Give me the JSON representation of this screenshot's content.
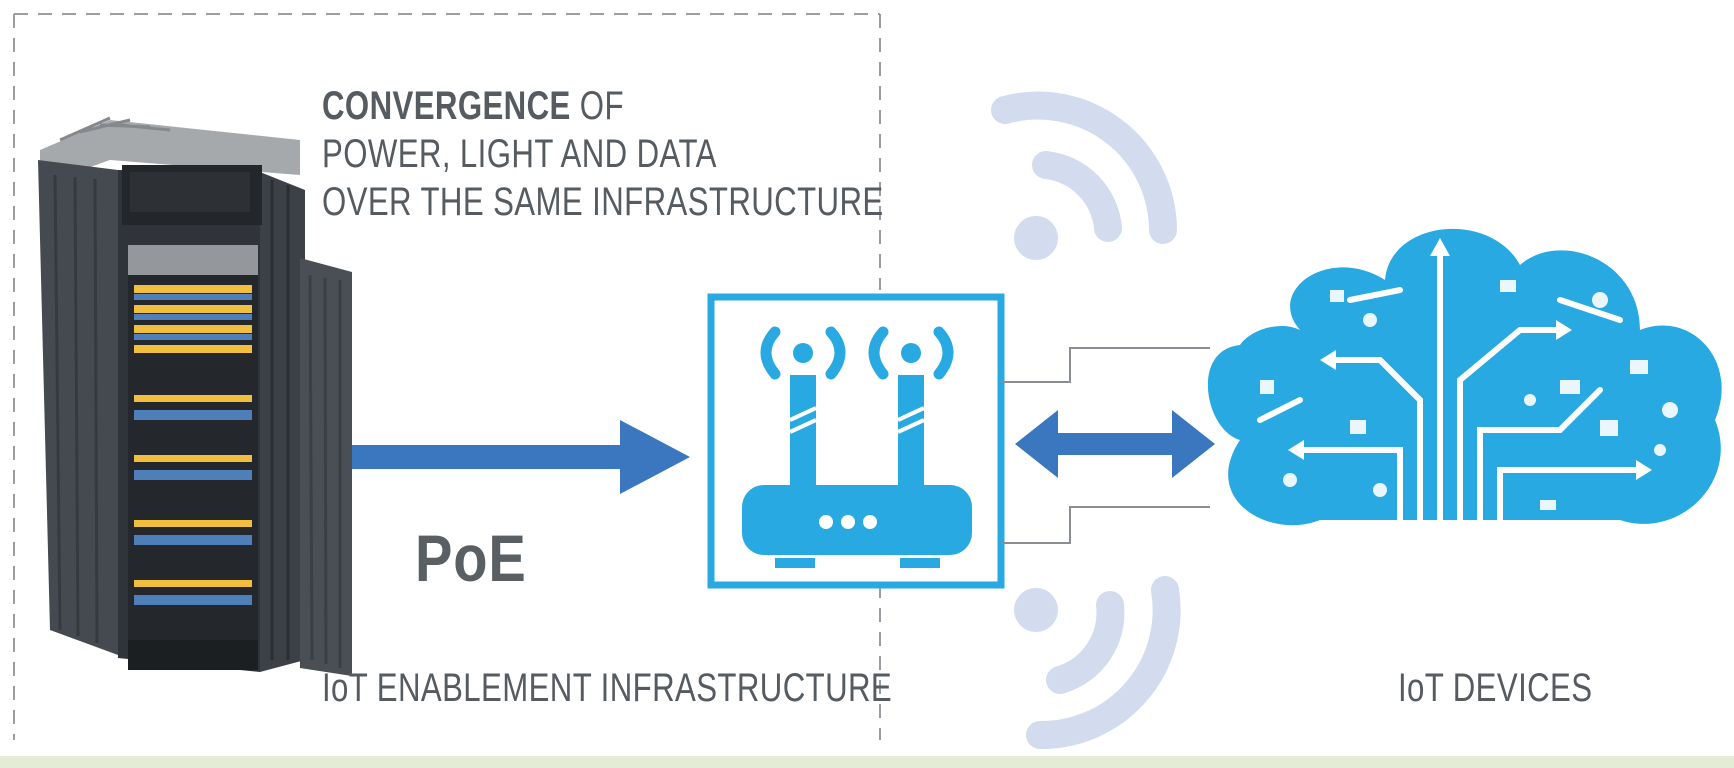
{
  "headline": {
    "bold": "CONVERGENCE",
    "line1_rest": " OF",
    "line2": "POWER, LIGHT AND DATA",
    "line3": "OVER THE SAME INFRASTRUCTURE"
  },
  "poe_label": "PoE",
  "infrastructure_label": "IoT ENABLEMENT INFRASTRUCTURE",
  "devices_label": "IoT DEVICES",
  "colors": {
    "accent_blue": "#29a9e1",
    "arrow_blue": "#3a77be",
    "wifi_wave": "#d2dcee",
    "text_gray": "#555b60",
    "rack_dark": "#3c4147",
    "cable_yellow": "#f1bf3d",
    "bottom_band": "#e4ecd6"
  },
  "icons": {
    "server_rack": "server-rack-icon",
    "router": "wifi-router-icon",
    "cloud": "iot-cloud-icon",
    "wifi_waves": "wifi-wave-icon"
  }
}
